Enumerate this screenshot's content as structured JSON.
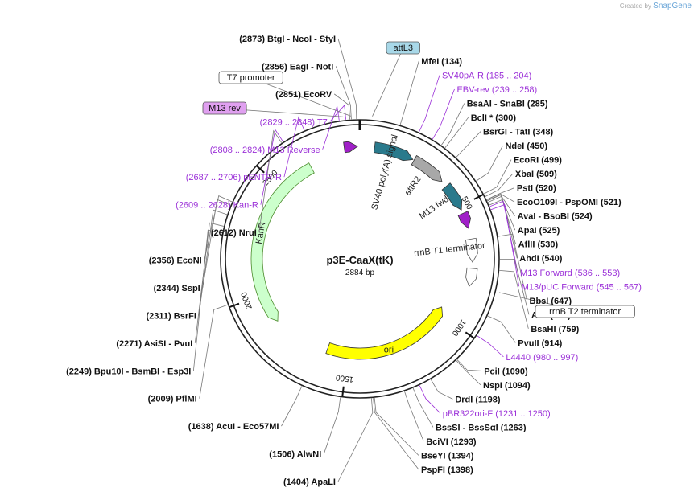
{
  "credit": {
    "prefix": "Created by",
    "brand": "SnapGene"
  },
  "plasmid": {
    "name": "p3E-CaaX(tK)",
    "size_label": "2884 bp",
    "length": 2884
  },
  "ticks": [
    {
      "pos": 500,
      "label": "500"
    },
    {
      "pos": 1000,
      "label": "1000"
    },
    {
      "pos": 1500,
      "label": "1500"
    },
    {
      "pos": 2000,
      "label": "2000"
    },
    {
      "pos": 2500,
      "label": "2500"
    }
  ],
  "features": [
    {
      "id": "sv40",
      "label": "SV40 poly(A) signal",
      "color": "#2a7a8c",
      "ring": 1,
      "start": 60,
      "end": 190,
      "dir": 1
    },
    {
      "id": "attr2",
      "label": "attR2",
      "color": "#a8a8a8",
      "ring": 1,
      "start": 230,
      "end": 340,
      "dir": 1
    },
    {
      "id": "m13fwd",
      "label": "M13 fwd",
      "color": "#2a7a8c",
      "ring": 1,
      "start": 400,
      "end": 480,
      "dir": 1
    },
    {
      "id": "rrnb1",
      "label": "rrnB T1 terminator",
      "color": "#ffffff",
      "ring": 1,
      "start": 640,
      "end": 700,
      "dir": 1
    },
    {
      "id": "rrnb1b",
      "label": "",
      "color": "#ffffff",
      "ring": 1,
      "start": 760,
      "end": 800,
      "dir": 1
    },
    {
      "id": "ori",
      "label": "ori",
      "color": "#ffff00",
      "ring": 2,
      "start": 1000,
      "end": 1600,
      "dir": -1
    },
    {
      "id": "kanr",
      "label": "KanR",
      "color": "#ccffcc",
      "ring": 3,
      "start": 1900,
      "end": 2660,
      "dir": -1
    },
    {
      "id": "pmark1",
      "label": "",
      "color": "#a020c8",
      "ring": 1,
      "start": 2820,
      "end": 2840,
      "dir": 1
    },
    {
      "id": "pmark2",
      "label": "",
      "color": "#a020c8",
      "ring": 1,
      "start": 530,
      "end": 560,
      "dir": 1
    }
  ],
  "enzymes": [
    {
      "pos": 2873,
      "text": "(2873)  BtgI  -  NcoI  -  StyI",
      "side": "left"
    },
    {
      "pos": 2856,
      "text": "(2856)  EagI  -  NotI",
      "side": "left"
    },
    {
      "pos": 2851,
      "text": "(2851)  EcoRV",
      "side": "left"
    },
    {
      "pos": 2612,
      "text": "(2612)  NruI",
      "side": "left"
    },
    {
      "pos": 2356,
      "text": "(2356)  EcoNI",
      "side": "left"
    },
    {
      "pos": 2344,
      "text": "(2344)  SspI",
      "side": "left"
    },
    {
      "pos": 2311,
      "text": "(2311)  BsrFI",
      "side": "left"
    },
    {
      "pos": 2271,
      "text": "(2271)  AsiSI  -  PvuI",
      "side": "left"
    },
    {
      "pos": 2249,
      "text": "(2249)  Bpu10I  -  BsmBI  -  Esp3I",
      "side": "left"
    },
    {
      "pos": 2009,
      "text": "(2009)  PflMI",
      "side": "left"
    },
    {
      "pos": 1638,
      "text": "(1638)  AcuI  -  Eco57MI",
      "side": "left"
    },
    {
      "pos": 1506,
      "text": "(1506)  AlwNI",
      "side": "left"
    },
    {
      "pos": 1404,
      "text": "(1404)  ApaLI",
      "side": "left"
    },
    {
      "pos": 134,
      "text": "MfeI  (134)",
      "side": "right"
    },
    {
      "pos": 285,
      "text": "BsaAI  -  SnaBI  (285)",
      "side": "right"
    },
    {
      "pos": 300,
      "text": "BclI *  (300)",
      "side": "right"
    },
    {
      "pos": 348,
      "text": "BsrGI  -  TatI  (348)",
      "side": "right"
    },
    {
      "pos": 450,
      "text": "NdeI  (450)",
      "side": "right"
    },
    {
      "pos": 499,
      "text": "EcoRI  (499)",
      "side": "right"
    },
    {
      "pos": 509,
      "text": "XbaI  (509)",
      "side": "right"
    },
    {
      "pos": 520,
      "text": "PstI  (520)",
      "side": "right"
    },
    {
      "pos": 521,
      "text": "EcoO109I  -  PspOMI  (521)",
      "side": "right"
    },
    {
      "pos": 524,
      "text": "AvaI  -  BsoBI  (524)",
      "side": "right"
    },
    {
      "pos": 525,
      "text": "ApaI  (525)",
      "side": "right"
    },
    {
      "pos": 530,
      "text": "AflII  (530)",
      "side": "right"
    },
    {
      "pos": 540,
      "text": "AhdI  (540)",
      "side": "right"
    },
    {
      "pos": 647,
      "text": "BbsI  (647)",
      "side": "right"
    },
    {
      "pos": 722,
      "text": "AclI  (722)",
      "side": "right"
    },
    {
      "pos": 759,
      "text": "BsaHI  (759)",
      "side": "right"
    },
    {
      "pos": 914,
      "text": "PvuII  (914)",
      "side": "right"
    },
    {
      "pos": 1090,
      "text": "PciI  (1090)",
      "side": "right"
    },
    {
      "pos": 1094,
      "text": "NspI  (1094)",
      "side": "right"
    },
    {
      "pos": 1198,
      "text": "DrdI  (1198)",
      "side": "right"
    },
    {
      "pos": 1263,
      "text": "BssSI  -  BssSαI  (1263)",
      "side": "right"
    },
    {
      "pos": 1293,
      "text": "BciVI  (1293)",
      "side": "right"
    },
    {
      "pos": 1394,
      "text": "BseYI  (1394)",
      "side": "right"
    },
    {
      "pos": 1398,
      "text": "PspFI  (1398)",
      "side": "right"
    }
  ],
  "primers": [
    {
      "pos": 200,
      "text": "SV40pA-R  (185 .. 204)",
      "side": "right"
    },
    {
      "pos": 250,
      "text": "EBV-rev  (239 .. 258)",
      "side": "right"
    },
    {
      "pos": 545,
      "text": "M13 Forward  (536 .. 553)",
      "side": "right"
    },
    {
      "pos": 556,
      "text": "M13/pUC Forward  (545 .. 567)",
      "side": "right"
    },
    {
      "pos": 988,
      "text": "L4440  (980 .. 997)",
      "side": "right"
    },
    {
      "pos": 1240,
      "text": "pBR322ori-F  (1231 .. 1250)",
      "side": "right"
    },
    {
      "pos": 2838,
      "text": "(2829 .. 2848)  T7",
      "side": "left"
    },
    {
      "pos": 2816,
      "text": "(2808 .. 2824)  M13 Reverse",
      "side": "left"
    },
    {
      "pos": 2697,
      "text": "(2687 .. 2706)  pENTR-R",
      "side": "left"
    },
    {
      "pos": 2618,
      "text": "(2609 .. 2628)  Kan-R",
      "side": "left"
    }
  ],
  "boxes": [
    {
      "pos": 40,
      "text": "attL3",
      "fill": "#a8d8e8"
    },
    {
      "pos": 2855,
      "text": "T7 promoter",
      "fill": "#ffffff"
    },
    {
      "pos": 2830,
      "text": "M13 rev",
      "fill": "#e0a0f0"
    },
    {
      "pos": 830,
      "text": "rrnB T2 terminator",
      "fill": "#ffffff"
    }
  ]
}
